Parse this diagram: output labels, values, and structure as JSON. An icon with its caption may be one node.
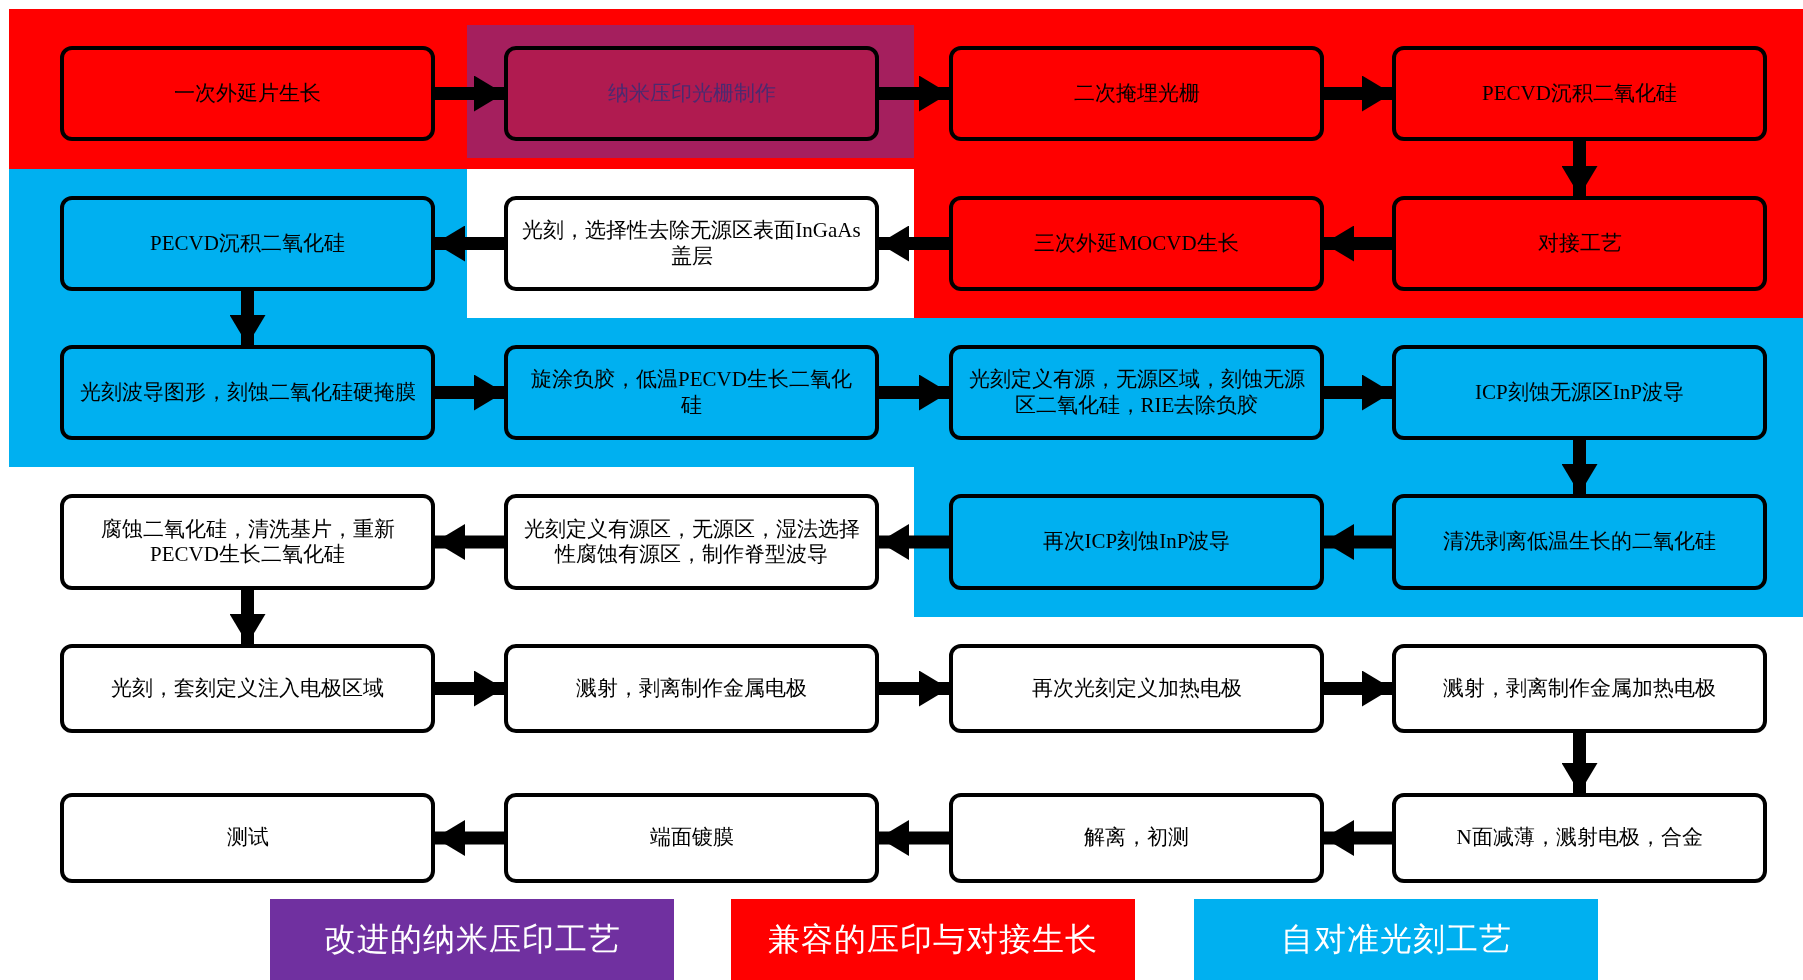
{
  "diagram": {
    "nodes": [
      {
        "text": [
          "一次外延片生长"
        ]
      },
      {
        "text": [
          "纳米压印光栅制作"
        ]
      },
      {
        "text": [
          "二次掩埋光栅"
        ]
      },
      {
        "text": [
          "PECVD沉积二氧化硅"
        ]
      },
      {
        "text": [
          "PECVD沉积二氧化硅"
        ]
      },
      {
        "text": [
          "光刻，选择性去除无源区表面InGaAs盖层"
        ]
      },
      {
        "text": [
          "三次外延MOCVD生长"
        ]
      },
      {
        "text": [
          "对接工艺"
        ]
      },
      {
        "text": [
          "光刻波导图形，刻蚀二氧化硅硬掩膜"
        ]
      },
      {
        "text": [
          "旋涂负胶，低温PECVD生长二氧化硅"
        ]
      },
      {
        "text": [
          "光刻定义有源，无源区域，刻蚀无源区二氧化硅，RIE去除负胶"
        ]
      },
      {
        "text": [
          "ICP刻蚀无源区InP波导"
        ]
      },
      {
        "text": [
          "腐蚀二氧化硅，清洗基片，重新PECVD生长二氧化硅"
        ]
      },
      {
        "text": [
          "光刻定义有源区，无源区，湿法选择性腐蚀有源区，制作脊型波导"
        ]
      },
      {
        "text": [
          "再次ICP刻蚀InP波导"
        ]
      },
      {
        "text": [
          "清洗剥离低温生长的二氧化硅"
        ]
      },
      {
        "text": [
          "光刻，套刻定义注入电极区域"
        ]
      },
      {
        "text": [
          "溅射，剥离制作金属电极"
        ]
      },
      {
        "text": [
          "再次光刻定义加热电极"
        ]
      },
      {
        "text": [
          "溅射，剥离制作金属加热电极"
        ]
      },
      {
        "text": [
          "测试"
        ]
      },
      {
        "text": [
          "端面镀膜"
        ]
      },
      {
        "text": [
          "解离，初测"
        ]
      },
      {
        "text": [
          "N面减薄，溅射电极，合金"
        ]
      }
    ],
    "edges": [
      {
        "from": 0,
        "to": 1,
        "arrow": "to"
      },
      {
        "from": 1,
        "to": 2,
        "arrow": "to"
      },
      {
        "from": 2,
        "to": 3,
        "arrow": "to"
      },
      {
        "from": 3,
        "to": 7,
        "arrow": "to"
      },
      {
        "from": 7,
        "to": 6,
        "arrow": "to"
      },
      {
        "from": 6,
        "to": 5,
        "arrow": "to"
      },
      {
        "from": 5,
        "to": 4,
        "arrow": "to"
      },
      {
        "from": 4,
        "to": 8,
        "arrow": "to"
      },
      {
        "from": 8,
        "to": 9,
        "arrow": "to"
      },
      {
        "from": 9,
        "to": 10,
        "arrow": "to"
      },
      {
        "from": 10,
        "to": 11,
        "arrow": "to"
      },
      {
        "from": 11,
        "to": 15,
        "arrow": "to"
      },
      {
        "from": 15,
        "to": 14,
        "arrow": "to"
      },
      {
        "from": 14,
        "to": 13,
        "arrow": "to"
      },
      {
        "from": 13,
        "to": 12,
        "arrow": "to"
      },
      {
        "from": 12,
        "to": 16,
        "arrow": "to"
      },
      {
        "from": 16,
        "to": 17,
        "arrow": "to"
      },
      {
        "from": 17,
        "to": 18,
        "arrow": "to"
      },
      {
        "from": 18,
        "to": 19,
        "arrow": "to"
      },
      {
        "from": 19,
        "to": 23,
        "arrow": "to"
      },
      {
        "from": 23,
        "to": 22,
        "arrow": "to"
      },
      {
        "from": 22,
        "to": 21,
        "arrow": "to"
      },
      {
        "from": 21,
        "to": 20,
        "arrow": "to"
      }
    ],
    "legend": [
      {
        "text": "改进的纳米压印工艺",
        "color": "#7030a0"
      },
      {
        "text": "兼容的压印与对接生长",
        "color": "#ff0000"
      },
      {
        "text": "自对准光刻工艺",
        "color": "#00b0f0"
      }
    ]
  }
}
